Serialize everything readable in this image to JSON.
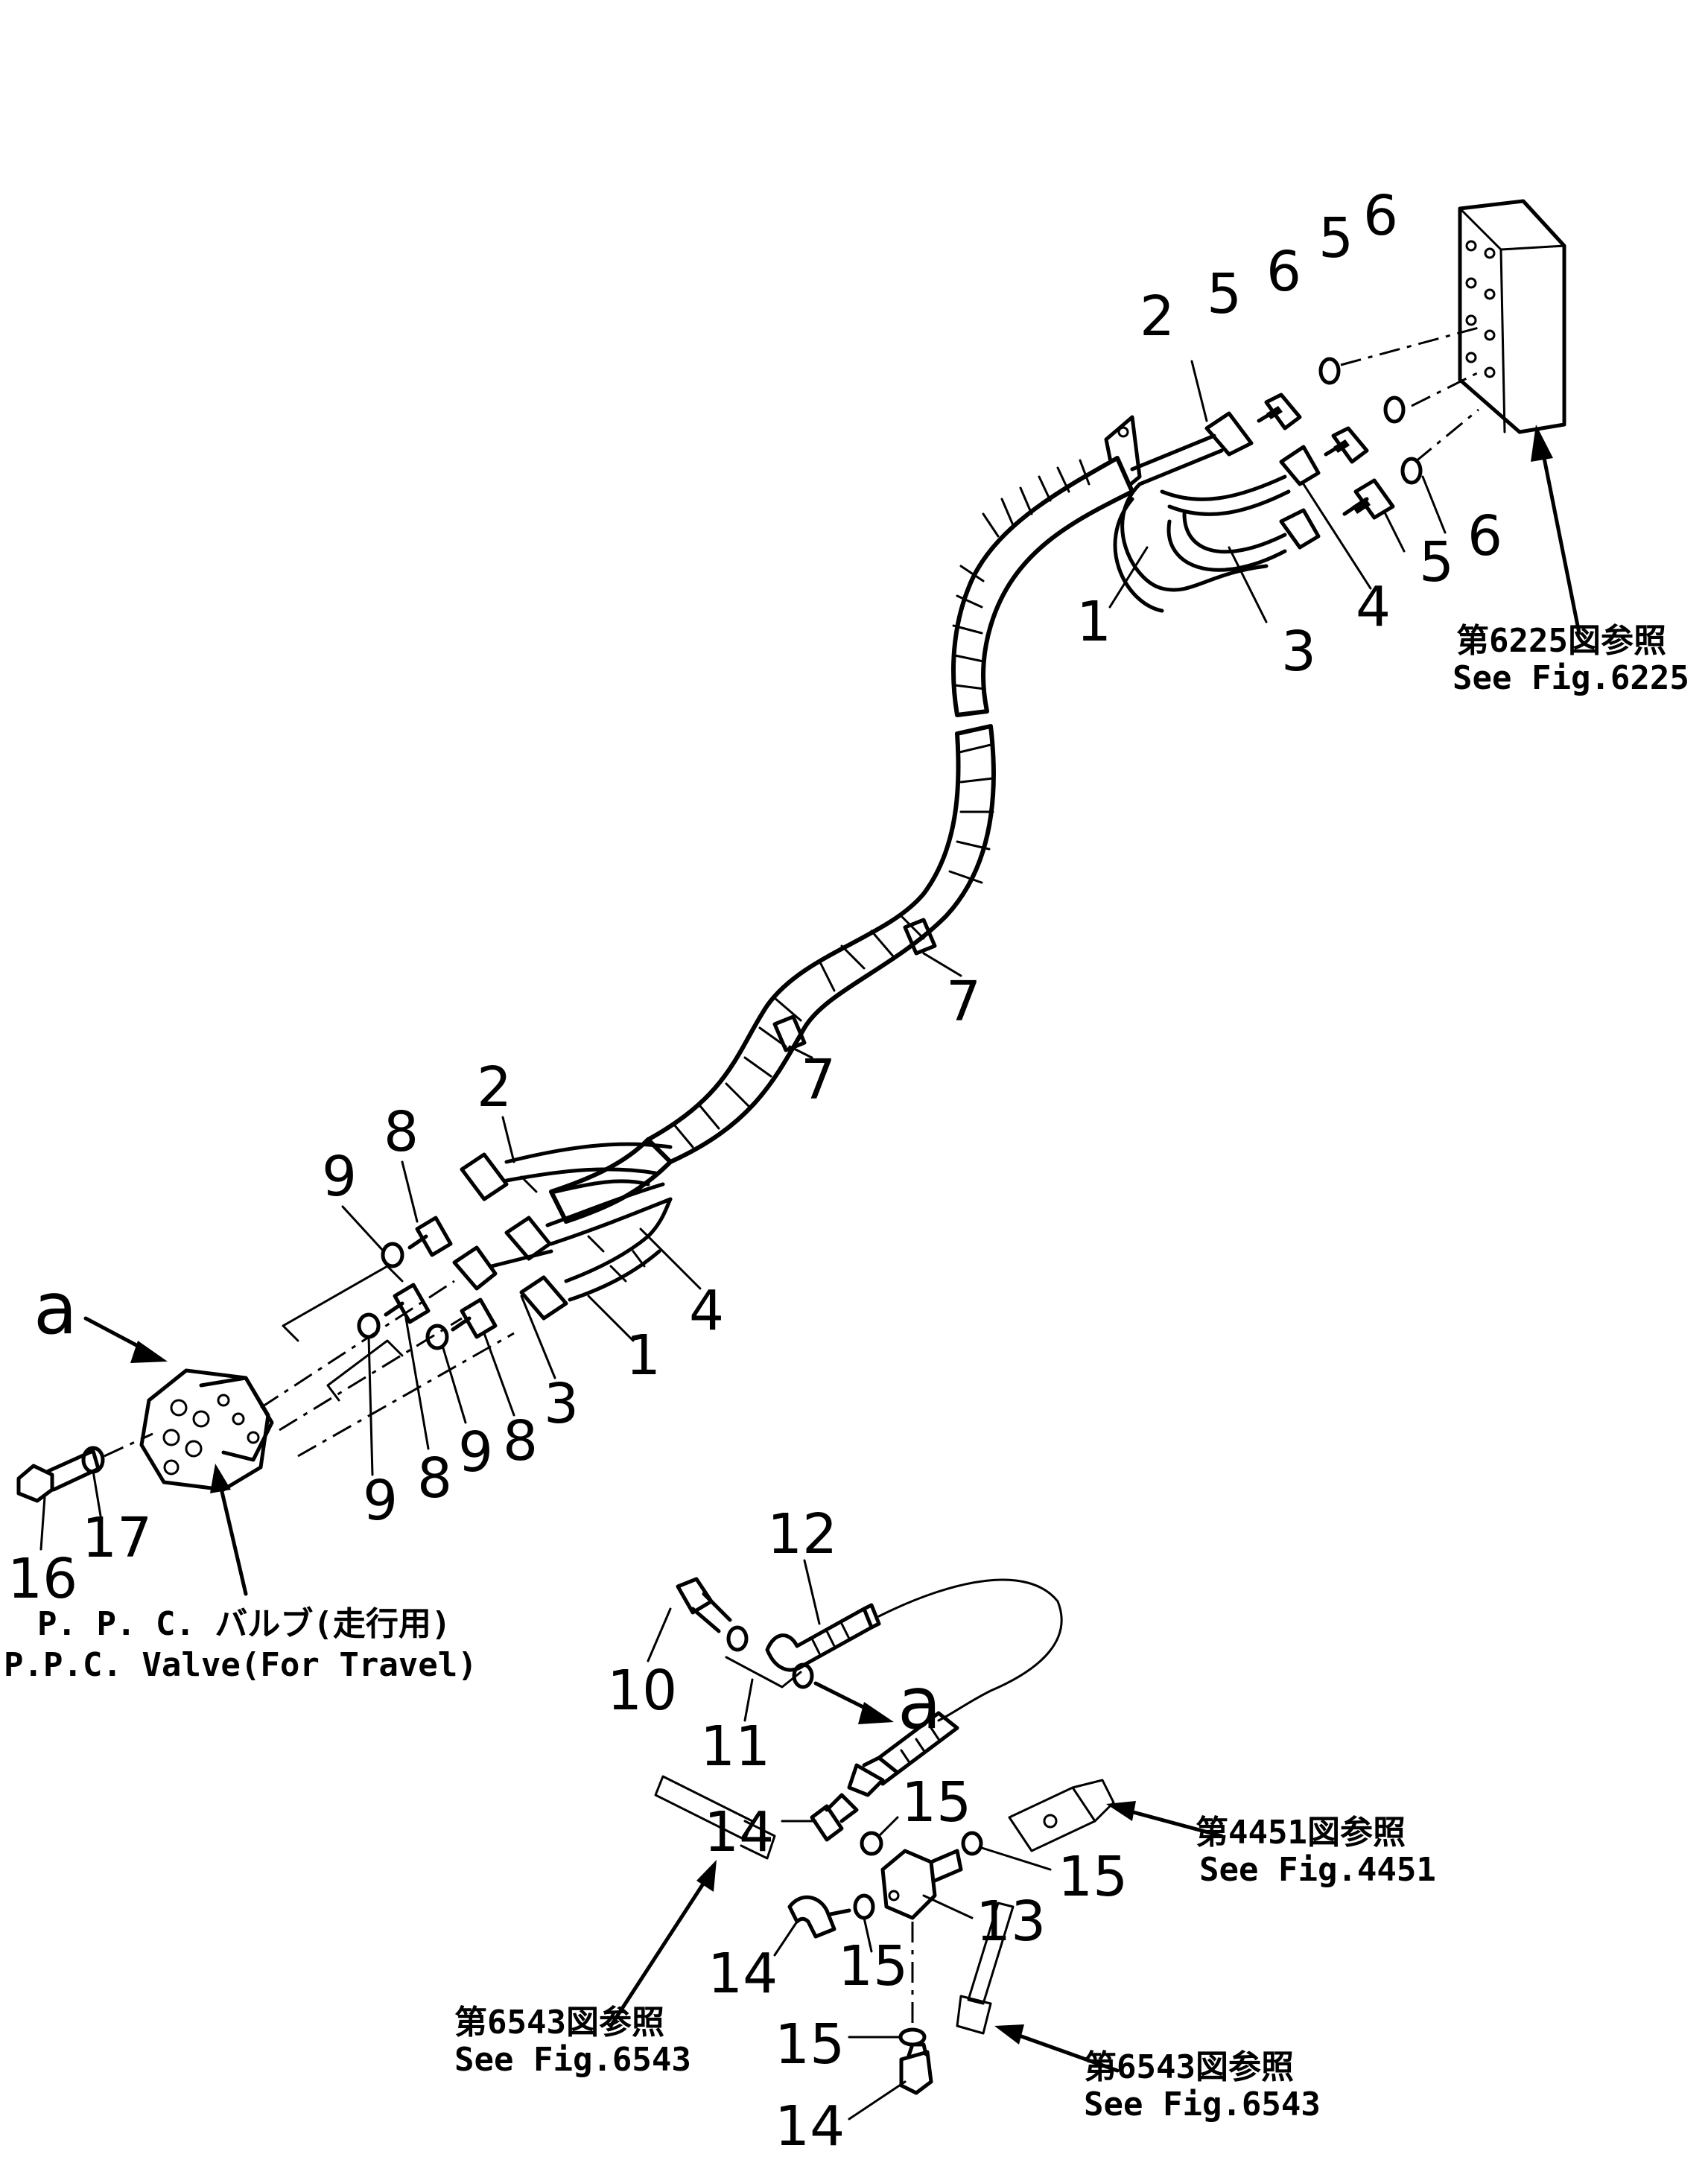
{
  "callouts": {
    "upper_2": "2",
    "upper_5a": "5",
    "upper_6a": "6",
    "upper_5b": "5",
    "upper_6b": "6",
    "upper_1": "1",
    "upper_3": "3",
    "upper_4": "4",
    "upper_5c": "5",
    "upper_6c": "6",
    "mid_7a": "7",
    "mid_7b": "7",
    "lower_2": "2",
    "lower_8a": "8",
    "lower_9a": "9",
    "lower_4": "4",
    "lower_1": "1",
    "lower_3": "3",
    "lower_8b": "8",
    "lower_9b": "9",
    "lower_8c": "8",
    "lower_9c": "9",
    "lower_16": "16",
    "lower_17": "17",
    "bot_12": "12",
    "bot_10": "10",
    "bot_11": "11",
    "bot_14a": "14",
    "bot_15a": "15",
    "bot_15b": "15",
    "bot_13": "13",
    "bot_14b": "14",
    "bot_15c": "15",
    "bot_15d": "15",
    "bot_14c": "14"
  },
  "markers": {
    "a_left": "a",
    "a_bottom": "a"
  },
  "references": {
    "fig6225_jp": "第6225図参照",
    "fig6225_en": "See Fig.6225",
    "ppc_jp": "P. P. C. バルブ(走行用)",
    "ppc_en": "P.P.C. Valve(For Travel)",
    "fig4451_jp": "第4451図参照",
    "fig4451_en": "See Fig.4451",
    "fig6543a_jp": "第6543図参照",
    "fig6543a_en": "See Fig.6543",
    "fig6543b_jp": "第6543図参照",
    "fig6543b_en": "See Fig.6543"
  }
}
